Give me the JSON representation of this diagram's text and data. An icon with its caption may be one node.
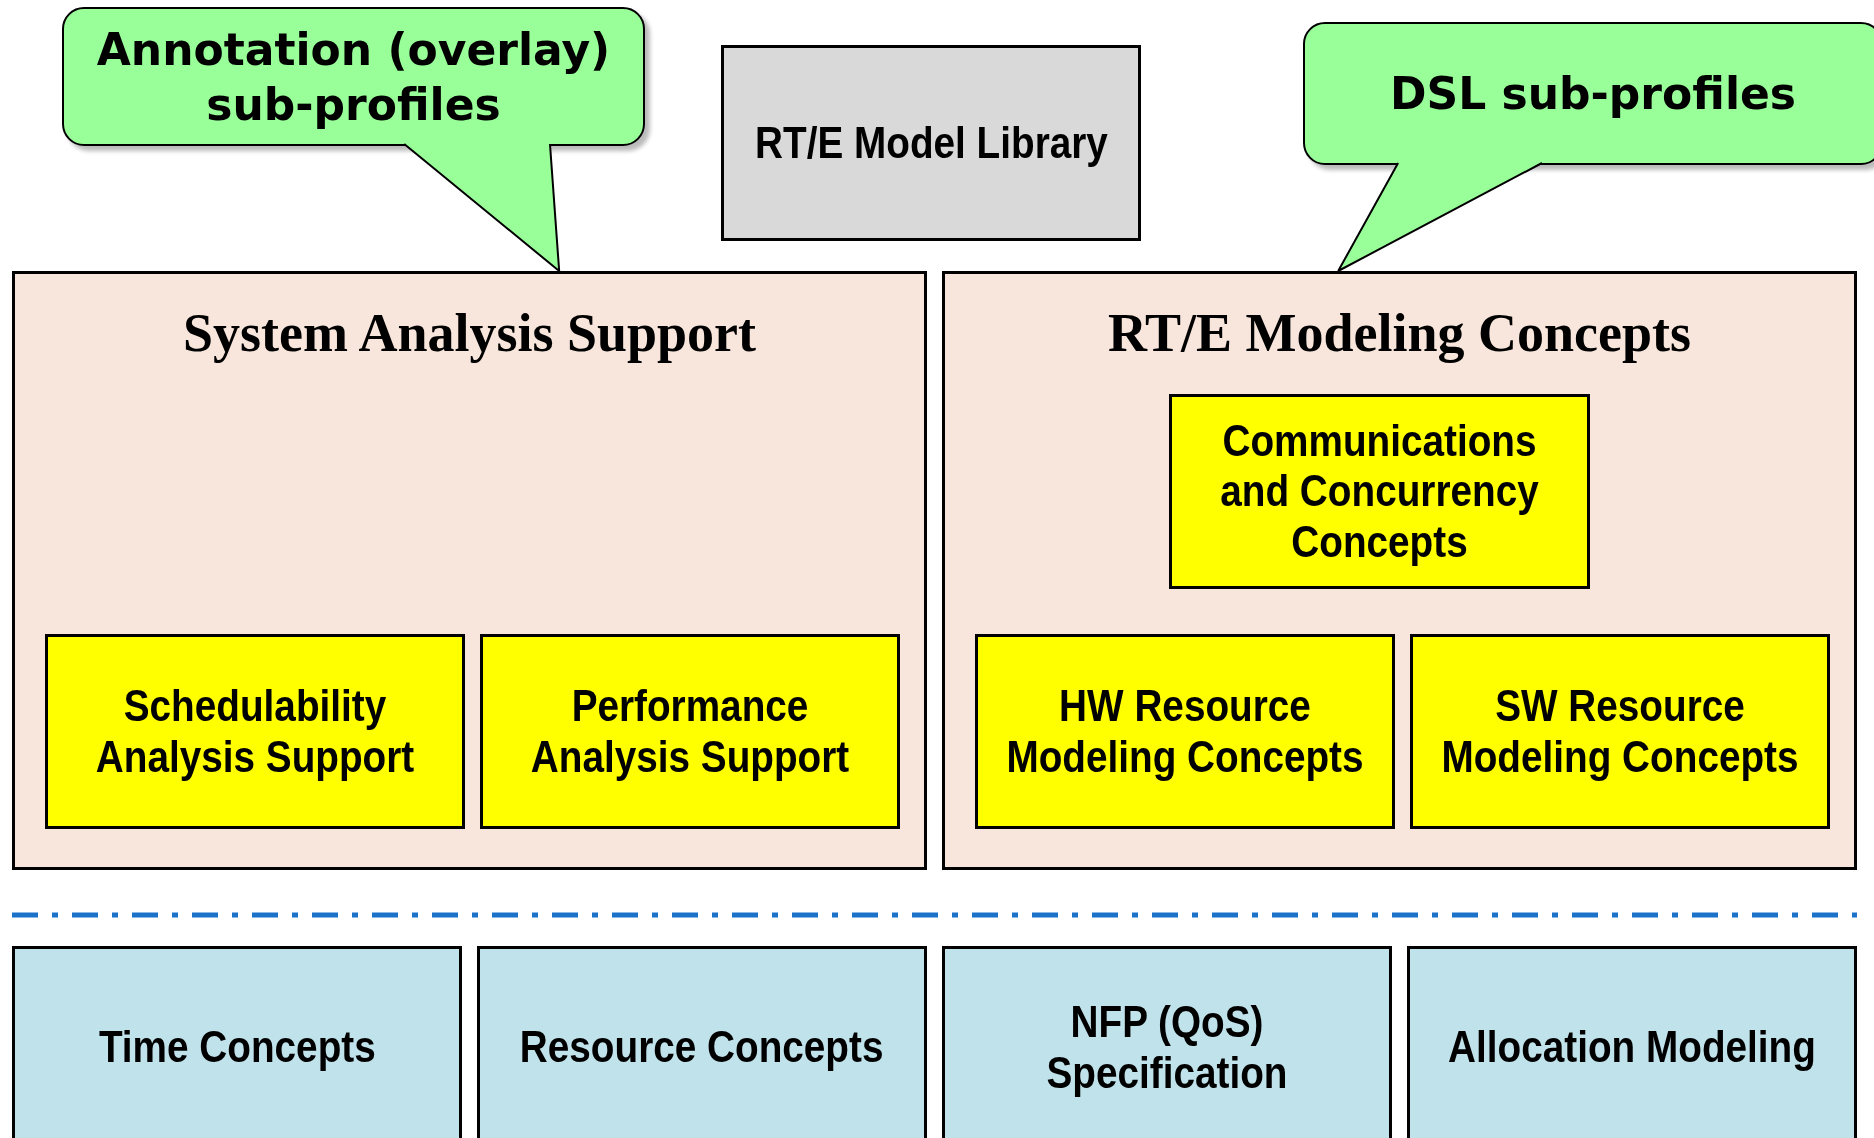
{
  "diagram": {
    "nodes": [
      {
        "text": [
          "Annotation (overlay) sub-profiles"
        ]
      },
      {
        "text": [
          "RT/E Model Library"
        ]
      },
      {
        "text": [
          "DSL sub-profiles"
        ]
      },
      {
        "text": [
          "System Analysis Support"
        ]
      },
      {
        "text": [
          "Schedulability Analysis Support"
        ],
        "in": 3
      },
      {
        "text": [
          "Performance Analysis Support"
        ],
        "in": 3
      },
      {
        "text": [
          "RT/E Modeling Concepts"
        ]
      },
      {
        "text": [
          "Communications and Concurrency Concepts"
        ],
        "in": 6
      },
      {
        "text": [
          "HW Resource Modeling Concepts"
        ],
        "in": 6
      },
      {
        "text": [
          "SW Resource Modeling Concepts"
        ],
        "in": 6
      },
      {
        "text": [
          "Time Concepts"
        ]
      },
      {
        "text": [
          "Resource Concepts"
        ]
      },
      {
        "text": [
          "NFP (QoS) Specification"
        ]
      },
      {
        "text": [
          "Allocation Modeling"
        ]
      }
    ],
    "edges": [
      {
        "from": 0,
        "to": 3,
        "arrow": "none"
      },
      {
        "from": 2,
        "to": 6,
        "arrow": "none"
      }
    ]
  }
}
